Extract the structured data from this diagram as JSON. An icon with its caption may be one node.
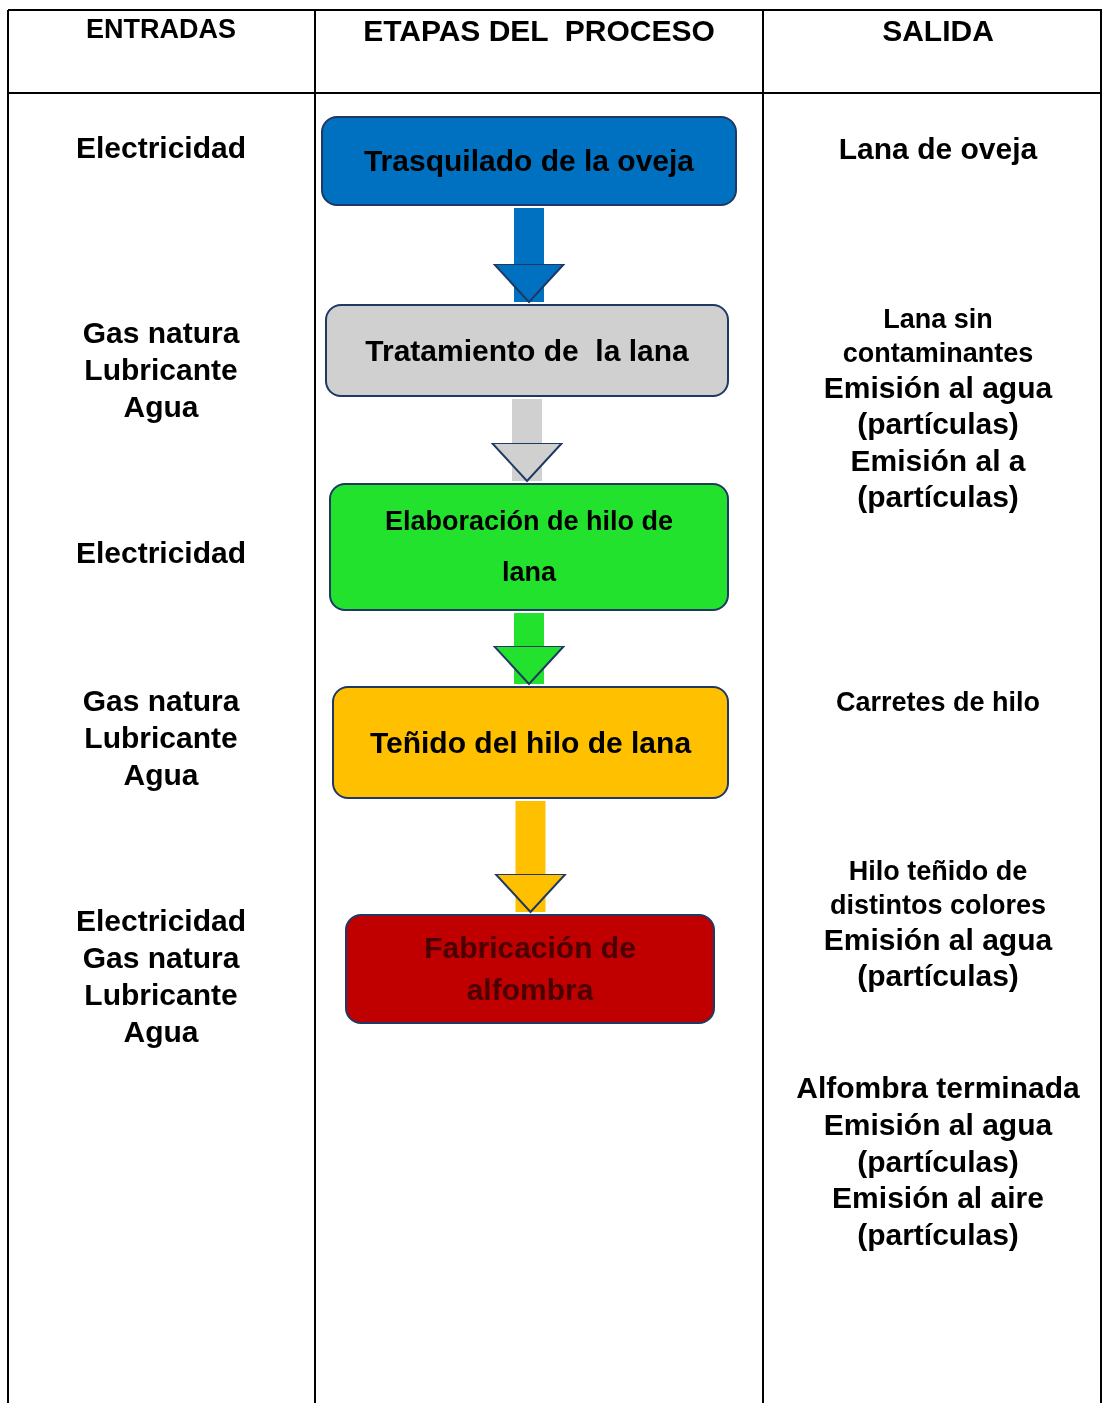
{
  "diagram": {
    "nodes": [
      {
        "text": [
          "Trasquilado de la oveja"
        ]
      },
      {
        "text": [
          "Tratamiento de  la lana"
        ]
      },
      {
        "text": [
          "Elaboración de hilo de lana"
        ]
      },
      {
        "text": [
          "Teñido del hilo de lana"
        ]
      },
      {
        "text": [
          "Fabricación de alfombra"
        ]
      }
    ],
    "edges": [
      {
        "from": 0,
        "to": 1,
        "arrow": "to",
        "color": "#0070c0"
      },
      {
        "from": 1,
        "to": 2,
        "arrow": "to",
        "color": "#d0d0d0"
      },
      {
        "from": 2,
        "to": 3,
        "arrow": "to",
        "color": "#22e22e"
      },
      {
        "from": 3,
        "to": 4,
        "arrow": "to",
        "color": "#ffc000"
      }
    ],
    "labels": [
      "ENTRADAS",
      "ETAPAS DEL  PROCESO",
      "SALIDA",
      "Electricidad",
      "Lana de oveja",
      "Lana sin contaminantes",
      "Gas natura",
      "Lubricante",
      "Emisión al agua (partículas)",
      "Agua",
      "Emisión al a (partículas)",
      "Electricidad",
      "Gas natura",
      "Carretes de hilo",
      "Lubricante",
      "Agua",
      "Hilo teñido de distintos colores",
      "Electricidad",
      "Emisión al agua (partículas)",
      "Gas natura",
      "Lubricante",
      "Agua",
      "Alfombra terminada",
      "Emisión al agua (partículas)",
      "Emisión al aire (partículas)"
    ]
  }
}
